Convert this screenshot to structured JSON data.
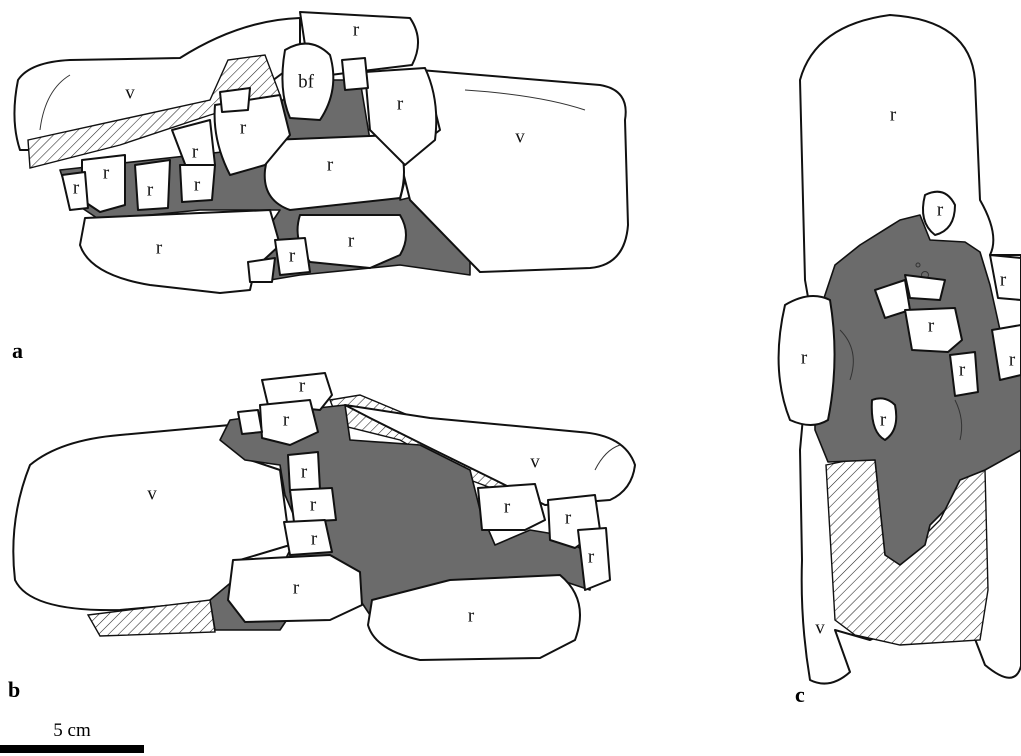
{
  "labels": {
    "vertebra": "v",
    "rib": "r",
    "bone_fragment": "bf"
  },
  "panels": {
    "a": "a",
    "b": "b",
    "c": "c"
  },
  "scale_bar": {
    "text": "5 cm"
  },
  "colors": {
    "matrix": "#6b6b6b",
    "bone": "#ffffff",
    "outline": "#111111"
  }
}
